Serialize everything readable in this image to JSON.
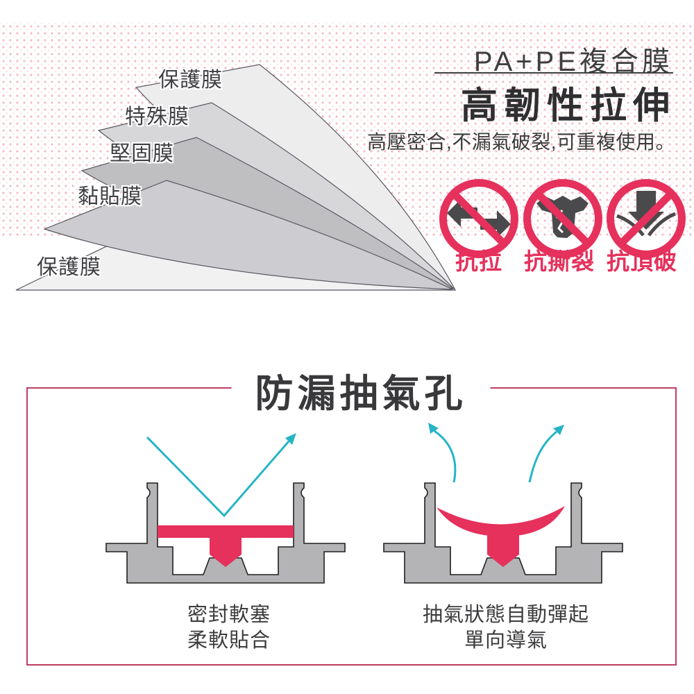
{
  "colors": {
    "accent": "#e5315c",
    "box_border": "#bd3d62",
    "ink": "#333333",
    "cyan": "#25b4c6",
    "metal_gray": "#b4b4b6",
    "dot_pink": "#f4bac4"
  },
  "film_diagram": {
    "layers": [
      "保護膜",
      "特殊膜",
      "堅固膜",
      "黏貼膜",
      "保護膜"
    ]
  },
  "headline": {
    "product_line": "PA+PE複合膜",
    "title": "高韌性拉伸",
    "subtitle": "高壓密合,不漏氣破裂,可重複使用。"
  },
  "features": [
    {
      "icon": "no-stretch-icon",
      "label": "抗拉"
    },
    {
      "icon": "no-tear-icon",
      "label": "抗撕裂"
    },
    {
      "icon": "no-puncture-icon",
      "label": "抗頂破"
    }
  ],
  "valve_section": {
    "title": "防漏抽氣孔",
    "left_caption": [
      "密封軟塞",
      "柔軟貼合"
    ],
    "right_caption": [
      "抽氣狀態自動彈起",
      "單向導氣"
    ]
  }
}
